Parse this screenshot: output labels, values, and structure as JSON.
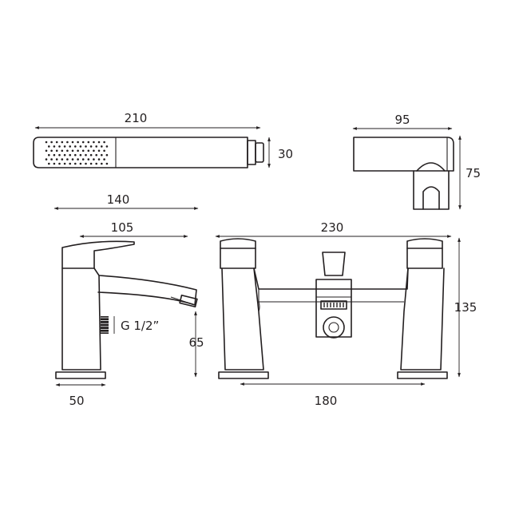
{
  "dimensions": {
    "handset_length": "210",
    "handset_diameter": "30",
    "holder_width": "95",
    "holder_height": "75",
    "spout_reach": "140",
    "body_depth": "105",
    "overall_width": "230",
    "overall_height": "135",
    "inlet_height": "65",
    "base_width": "50",
    "centres": "180",
    "thread": "G 1/2”"
  }
}
